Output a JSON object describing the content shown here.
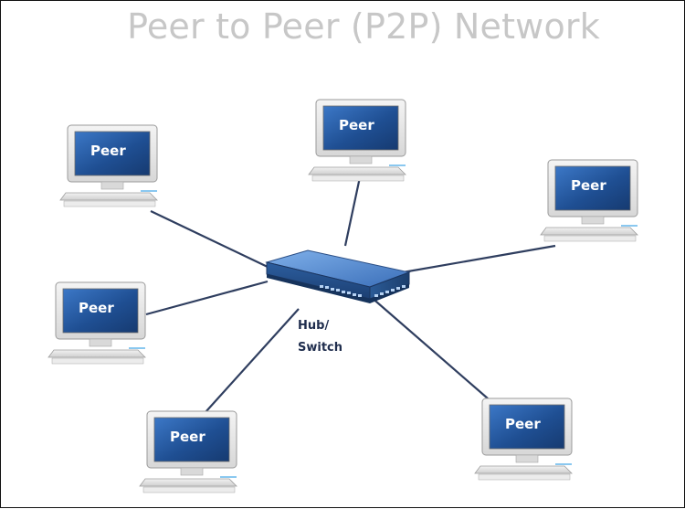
{
  "title": "Peer to Peer (P2P) Network",
  "hub": {
    "label_line1": "Hub/",
    "label_line2": "Switch"
  },
  "peers": [
    {
      "label": "Peer"
    },
    {
      "label": "Peer"
    },
    {
      "label": "Peer"
    },
    {
      "label": "Peer"
    },
    {
      "label": "Peer"
    },
    {
      "label": "Peer"
    }
  ],
  "colors": {
    "title": "#c7c7c7",
    "link": "#2f3e5f",
    "screen": "#1f4e8c",
    "hub": "#3a6db6"
  }
}
